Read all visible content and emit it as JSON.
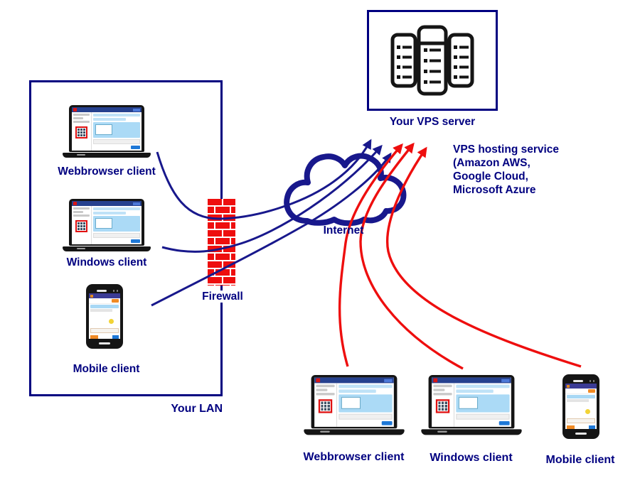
{
  "colors": {
    "navy_text": "#000080",
    "line_navy": "#18188c",
    "brick_red": "#ee0e0e",
    "line_red": "#ee0e0e",
    "device_black": "#151515"
  },
  "lan": {
    "label": "Your LAN",
    "clients": [
      {
        "label": "Webbrowser client"
      },
      {
        "label": "Windows client"
      },
      {
        "label": "Mobile client"
      }
    ]
  },
  "firewall": {
    "label": "Firewall"
  },
  "internet": {
    "label": "Internet"
  },
  "vps": {
    "label": "Your VPS server"
  },
  "hosting": {
    "line1": "VPS hosting service",
    "line2": "(Amazon AWS,",
    "line3": "Google Cloud,",
    "line4": "Microsoft Azure"
  },
  "remote": {
    "clients": [
      {
        "label": "Webbrowser client"
      },
      {
        "label": "Windows client"
      },
      {
        "label": "Mobile client"
      }
    ]
  }
}
